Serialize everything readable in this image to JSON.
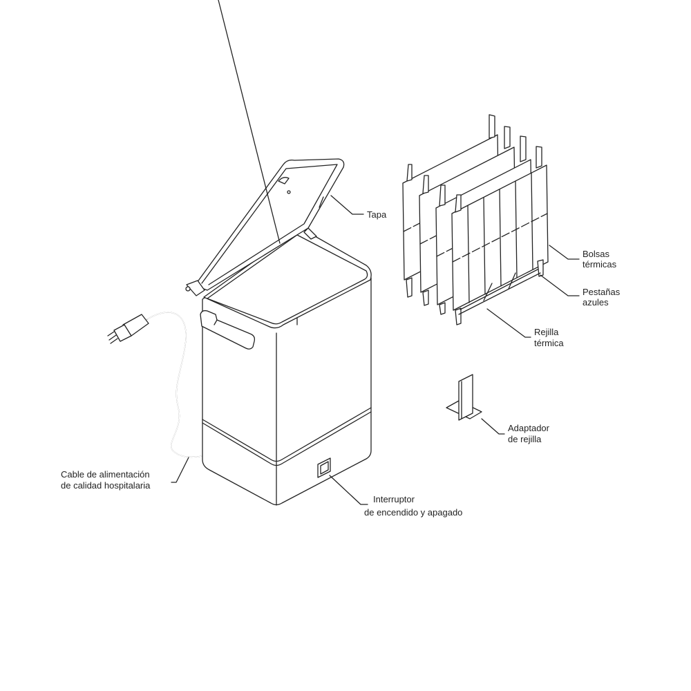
{
  "labels": {
    "lid": "Tapa",
    "thermal_bags": [
      "Bolsas",
      "térmicas"
    ],
    "blue_tabs": [
      "Pestañas",
      "azules"
    ],
    "thermal_rack": [
      "Rejilla",
      "térmica"
    ],
    "rack_adapter": [
      "Adaptador",
      "de rejilla"
    ],
    "power_cord": [
      "Cable de alimentación",
      "de calidad hospitalaria"
    ],
    "power_switch": [
      "Interruptor",
      "de encendido y apagado"
    ]
  }
}
